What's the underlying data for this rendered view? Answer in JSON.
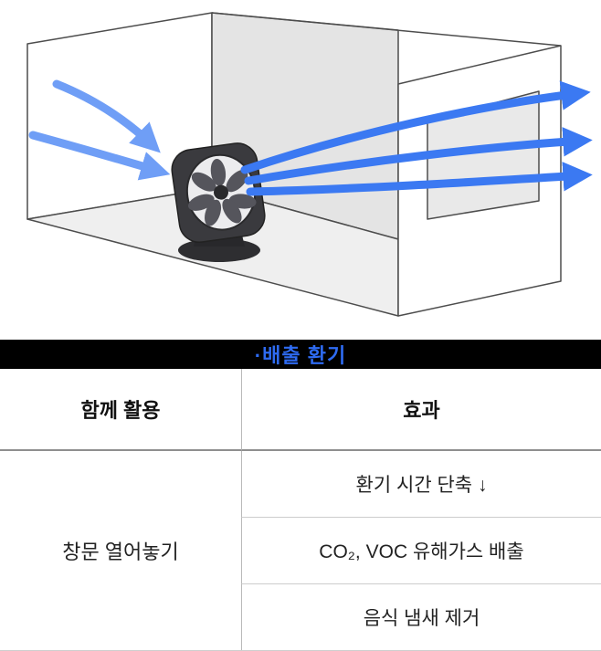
{
  "illustration": {
    "name": "fan-exhaust-ventilation-room-diagram",
    "colors": {
      "outline": "#4d4d4d",
      "left_wall": "#ffffff",
      "back_wall": "#e4e4e4",
      "floor": "#efefef",
      "right_wall": "#ffffff",
      "window_opening": "#e9e9e9",
      "inflow_arrow": "#6f9ef6",
      "outflow_arrow": "#3b79f2",
      "fan_body": "#3a3a3e",
      "fan_face": "#ececee"
    }
  },
  "section": {
    "title": "·배출 환기",
    "title_color": "#2e6bf2",
    "bar_color": "#000000"
  },
  "table": {
    "headers": [
      "함께 활용",
      "효과"
    ],
    "method": "창문 열어놓기",
    "effects": [
      "환기 시간 단축 ↓",
      "CO₂, VOC 유해가스 배출",
      "음식 냄새 제거"
    ]
  }
}
